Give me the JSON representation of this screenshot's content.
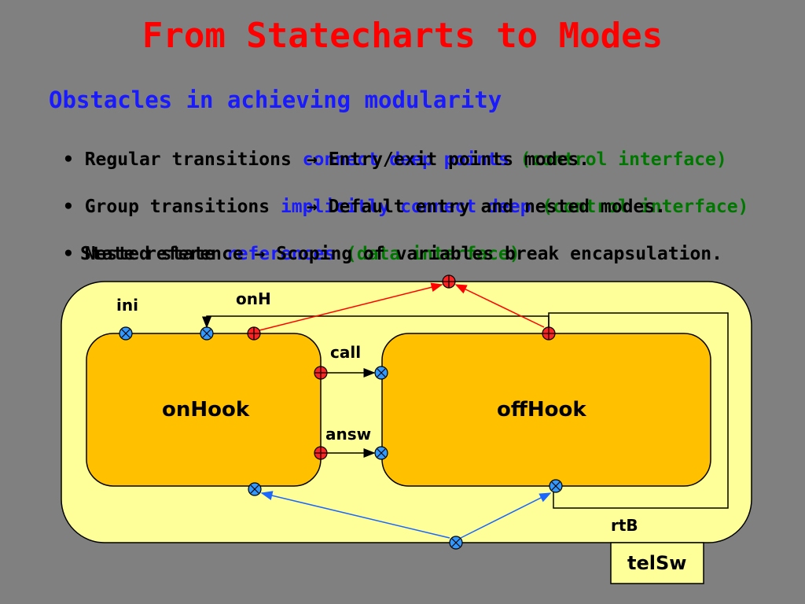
{
  "slide": {
    "title": "From Statecharts to Modes",
    "subtitle": "Obstacles in achieving modularity"
  },
  "bullets": [
    {
      "back": {
        "black": "Regular transitions ",
        "blue": "connect deep points ",
        "green": "(control interface)"
      },
      "front": {
        "black": "→ Entry/exit points modes."
      }
    },
    {
      "back": {
        "black": "Group transitions ",
        "blue": "implicitly connect deep ",
        "green": "(control interface)"
      },
      "front": {
        "black": "→ Default entry and nested modes."
      }
    },
    {
      "back": {
        "black": "Nested state ",
        "blue": "references ",
        "green": "(data interface)"
      },
      "front": {
        "black": "State reference → Scoping of variables break encapsulation."
      }
    }
  ],
  "diagram": {
    "labels": {
      "ini": "ini",
      "onH": "onH",
      "call": "call",
      "answ": "answ",
      "rtB": "rtB",
      "onHook": "onHook",
      "offHook": "offHook",
      "telSw": "telSw"
    },
    "colors": {
      "outer_fill": "#ffff99",
      "state_fill": "#ffc000",
      "entry_point": "#3399ff",
      "exit_point": "#ff2222",
      "red_arrow": "#ff0000",
      "blue_arrow": "#1a66ff",
      "black_arrow": "#000000"
    }
  }
}
